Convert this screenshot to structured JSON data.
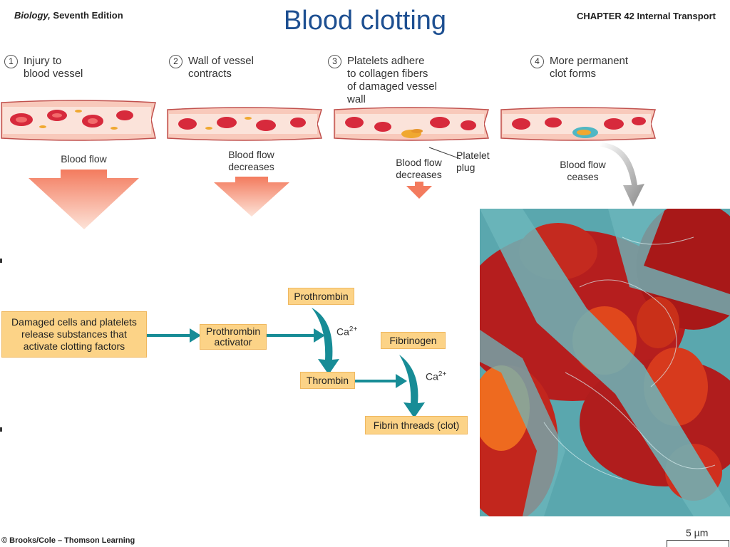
{
  "header": {
    "book_italic": "Biology,",
    "book_rest": " Seventh Edition",
    "chapter": "CHAPTER 42 Internal Transport",
    "title": "Blood clotting"
  },
  "steps": [
    {
      "num": "1",
      "text": "Injury to\nblood vessel"
    },
    {
      "num": "2",
      "text": "Wall of vessel\ncontracts"
    },
    {
      "num": "3",
      "text": "Platelets adhere\nto collagen fibers\nof damaged vessel\nwall"
    },
    {
      "num": "4",
      "text": "More permanent\nclot forms"
    }
  ],
  "flow_labels": {
    "step1": "Blood flow",
    "step2": "Blood flow\ndecreases",
    "step3": "Blood flow\ndecreases",
    "platelet_plug": "Platelet\nplug",
    "step4": "Blood flow\nceases"
  },
  "cascade": {
    "damaged_cells": "Damaged cells and platelets\nrelease substances that\nactivate clotting factors",
    "activator": "Prothrombin\nactivator",
    "prothrombin": "Prothrombin",
    "thrombin": "Thrombin",
    "fibrinogen": "Fibrinogen",
    "fibrin": "Fibrin threads (clot)",
    "ca_base": "Ca",
    "ca_sup": "2+"
  },
  "scale_bar": "5 µm",
  "copyright": "© Brooks/Cole – Thomson Learning",
  "colors": {
    "title": "#1d4f91",
    "box_fill": "#fcd387",
    "teal_arrow": "#178c96",
    "flow_arrow": "#f37b5e",
    "vessel_wall": "#f6b7a6",
    "rbc": "#d72a3c",
    "platelet": "#f0a830"
  }
}
